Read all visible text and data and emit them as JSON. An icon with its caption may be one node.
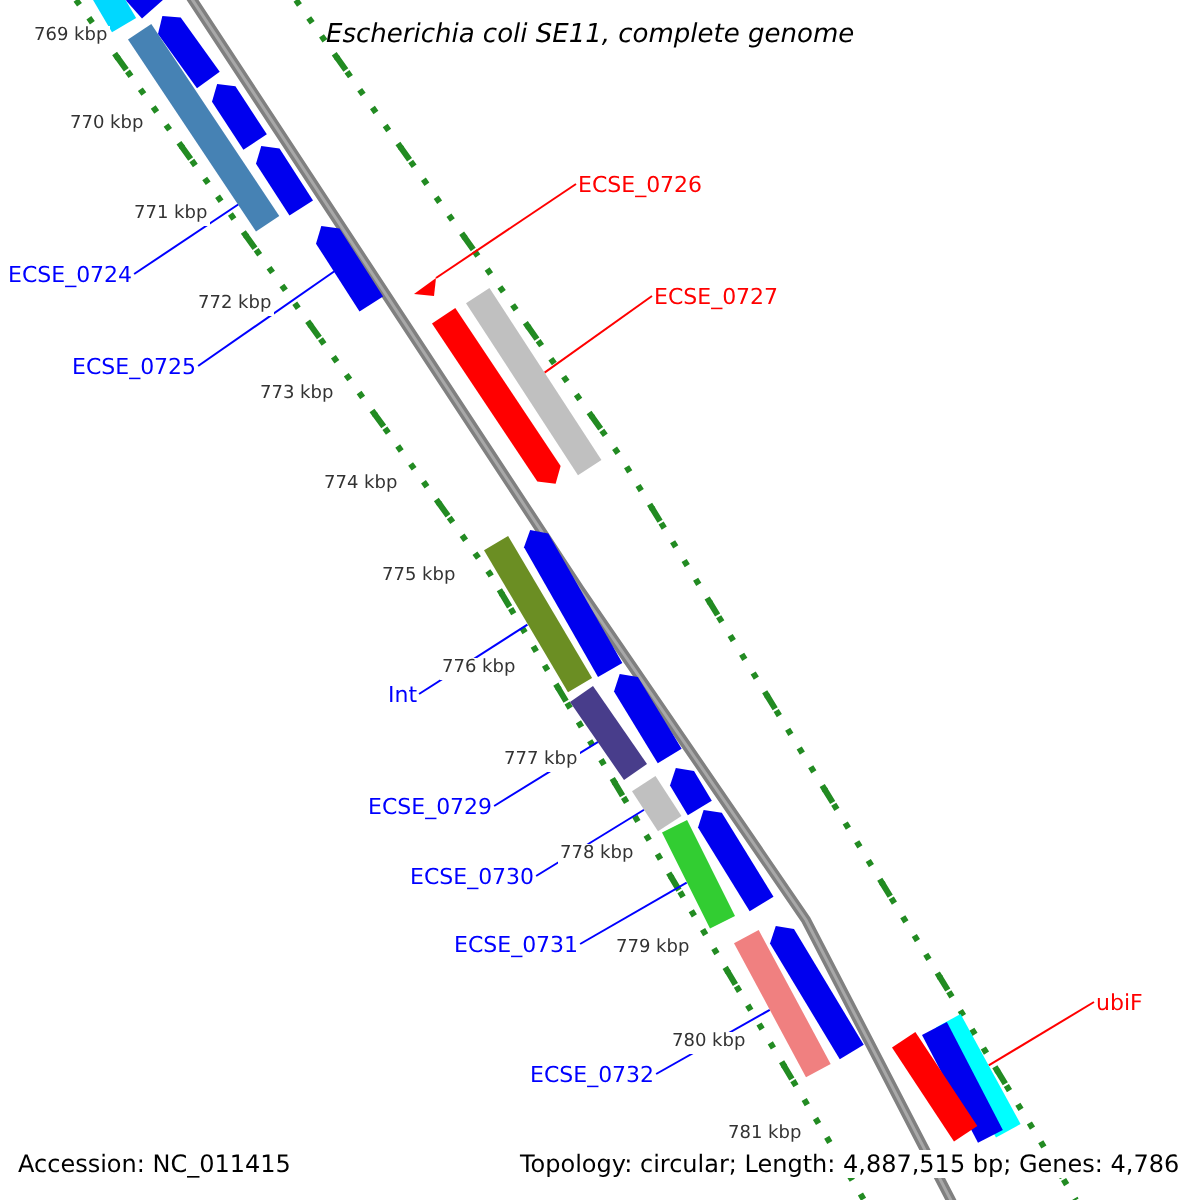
{
  "diagram": {
    "title": "Escherichia coli SE11, complete genome",
    "nodes": [
      {
        "text": [
          "ECSE_0726"
        ]
      },
      {
        "text": [
          "ECSE_0724"
        ]
      },
      {
        "text": [
          "ECSE_0727"
        ]
      },
      {
        "text": [
          "ECSE_0725"
        ]
      },
      {
        "text": [
          "Int"
        ]
      },
      {
        "text": [
          "ECSE_0729"
        ]
      },
      {
        "text": [
          "ECSE_0730"
        ]
      },
      {
        "text": [
          "ECSE_0731"
        ]
      },
      {
        "text": [
          "ubiF"
        ]
      },
      {
        "text": [
          "ECSE_0732"
        ]
      },
      {
        "text": [],
        "shape": "bar"
      },
      {
        "text": [],
        "shape": "bar"
      },
      {
        "text": [],
        "shape": "arrow"
      },
      {
        "text": [],
        "shape": "bar"
      },
      {
        "text": [],
        "shape": "arrow"
      },
      {
        "text": [],
        "shape": "arrow"
      },
      {
        "text": [],
        "shape": "arrow"
      },
      {
        "text": [],
        "shape": "triangle"
      },
      {
        "text": [],
        "shape": "bar"
      },
      {
        "text": [],
        "shape": "arrow"
      },
      {
        "text": [],
        "shape": "arrow"
      },
      {
        "text": [],
        "shape": "bar"
      },
      {
        "text": [],
        "shape": "arrow"
      },
      {
        "text": [],
        "shape": "bar"
      },
      {
        "text": [],
        "shape": "arrow"
      },
      {
        "text": [],
        "shape": "bar"
      },
      {
        "text": [],
        "shape": "arrow"
      },
      {
        "text": [],
        "shape": "bar"
      },
      {
        "text": [],
        "shape": "arrow"
      },
      {
        "text": [],
        "shape": "bar"
      },
      {
        "text": [],
        "shape": "bar"
      },
      {
        "text": [],
        "shape": "bar"
      },
      {
        "text": [],
        "shape": "bar"
      }
    ],
    "edges": [
      {
        "from": 0,
        "to": 17,
        "arrow": "none",
        "color": "#ff0000"
      },
      {
        "from": 1,
        "to": 13,
        "arrow": "none"
      },
      {
        "from": 2,
        "to": 18,
        "arrow": "none",
        "color": "#ff0000"
      },
      {
        "from": 3,
        "to": 16,
        "arrow": "none"
      },
      {
        "from": 4,
        "to": 21,
        "arrow": "none"
      },
      {
        "from": 5,
        "to": 23,
        "arrow": "none"
      },
      {
        "from": 6,
        "to": 25,
        "arrow": "none"
      },
      {
        "from": 7,
        "to": 27,
        "arrow": "none"
      },
      {
        "from": 8,
        "to": 30,
        "arrow": "none",
        "color": "#ff0000"
      },
      {
        "from": 9,
        "to": 29,
        "arrow": "none"
      }
    ],
    "labels": [
      "769 kbp",
      "770 kbp",
      "771 kbp",
      "772 kbp",
      "773 kbp",
      "774 kbp",
      "775 kbp",
      "776 kbp",
      "777 kbp",
      "778 kbp",
      "779 kbp",
      "780 kbp",
      "781 kbp",
      "Accession: NC_011415",
      "Topology: circular; Length: 4,887,515 bp; Genes: 4,786"
    ]
  }
}
